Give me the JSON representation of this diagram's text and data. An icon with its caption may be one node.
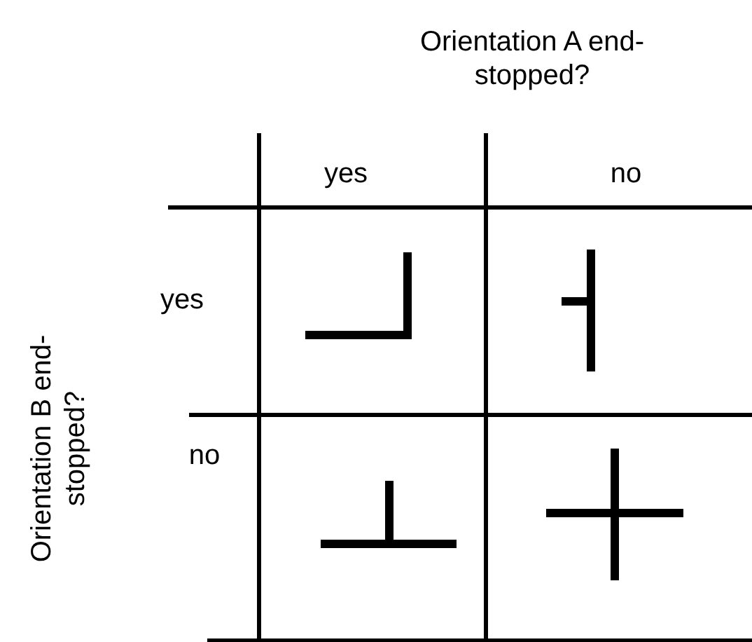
{
  "diagram": {
    "labels": [
      "Orientation A end-stopped?",
      "yes",
      "no",
      "yes",
      "Orientation B end-stopped?",
      "no"
    ]
  }
}
